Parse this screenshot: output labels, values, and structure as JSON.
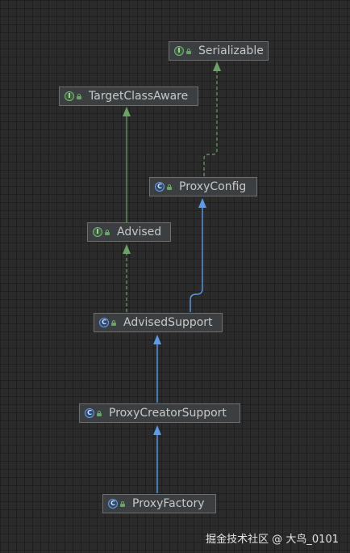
{
  "diagram": {
    "nodes": {
      "serializable": {
        "label": "Serializable",
        "kind": "interface",
        "badge": "I"
      },
      "target_class_aware": {
        "label": "TargetClassAware",
        "kind": "interface",
        "badge": "I"
      },
      "proxy_config": {
        "label": "ProxyConfig",
        "kind": "class",
        "badge": "C"
      },
      "advised": {
        "label": "Advised",
        "kind": "interface",
        "badge": "I"
      },
      "advised_support": {
        "label": "AdvisedSupport",
        "kind": "class",
        "badge": "C"
      },
      "proxy_creator_support": {
        "label": "ProxyCreatorSupport",
        "kind": "class",
        "badge": "C"
      },
      "proxy_factory": {
        "label": "ProxyFactory",
        "kind": "class",
        "badge": "C"
      }
    },
    "edges": [
      {
        "from": "proxy_config",
        "to": "serializable",
        "type": "implements"
      },
      {
        "from": "advised",
        "to": "target_class_aware",
        "type": "extends-interface"
      },
      {
        "from": "advised_support",
        "to": "advised",
        "type": "implements"
      },
      {
        "from": "advised_support",
        "to": "proxy_config",
        "type": "extends"
      },
      {
        "from": "proxy_creator_support",
        "to": "advised_support",
        "type": "extends"
      },
      {
        "from": "proxy_factory",
        "to": "proxy_creator_support",
        "type": "extends"
      }
    ],
    "colors": {
      "extends": "#5c9ce6",
      "implements": "#6aa365",
      "background": "#2b2b2b",
      "node_fill": "#3b3f41",
      "node_text": "#c8c8c8"
    }
  },
  "watermark": "掘金技术社区 @ 大鸟_0101"
}
